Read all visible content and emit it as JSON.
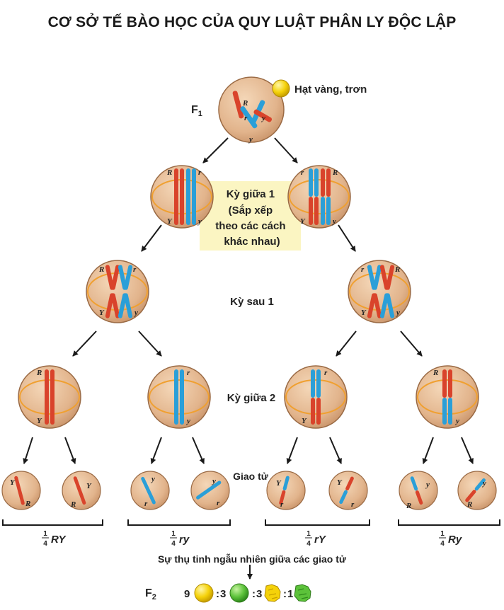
{
  "title": "CƠ SỞ TẾ BÀO HỌC CỦA QUY LUẬT PHÂN LY ĐỘC LẬP",
  "f1": {
    "label": "F",
    "sub": "1"
  },
  "seed_legend": "Hạt vàng, trơn",
  "stages": {
    "metaphase1": [
      "Kỳ giữa 1",
      "(Sắp xếp",
      "theo các cách",
      "khác nhau)"
    ],
    "anaphase1": "Kỳ sau 1",
    "metaphase2": "Kỳ giữa 2",
    "gametes": "Giao tử"
  },
  "alleles": {
    "R": "R",
    "r": "r",
    "Y": "Y",
    "y": "y"
  },
  "gamete_groups": [
    {
      "frac_num": "1",
      "frac_den": "4",
      "genotype": "RY"
    },
    {
      "frac_num": "1",
      "frac_den": "4",
      "genotype": "ry"
    },
    {
      "frac_num": "1",
      "frac_den": "4",
      "genotype": "rY"
    },
    {
      "frac_num": "1",
      "frac_den": "4",
      "genotype": "Ry"
    }
  ],
  "fertilization": "Sự thụ tinh ngẫu nhiên giữa các giao tử",
  "f2": {
    "label": "F",
    "sub": "2",
    "ratio": [
      {
        "count": "9",
        "prefix": "",
        "seed": "yellow-round"
      },
      {
        "count": "3",
        "prefix": ":",
        "seed": "green-round"
      },
      {
        "count": "3",
        "prefix": ":",
        "seed": "yellow-wrinkled"
      },
      {
        "count": "1",
        "prefix": ":",
        "seed": "green-wrinkled"
      }
    ]
  },
  "colors": {
    "cell_fill": "#e2b48c",
    "cell_stroke": "#9a6a44",
    "spindle": "#f0a030",
    "red_chromosome": "#d9432b",
    "blue_chromosome": "#2a9fd8",
    "highlight_box": "#fbf5c2",
    "yellow_seed": "#f5d20a",
    "green_seed": "#5cc23a"
  }
}
